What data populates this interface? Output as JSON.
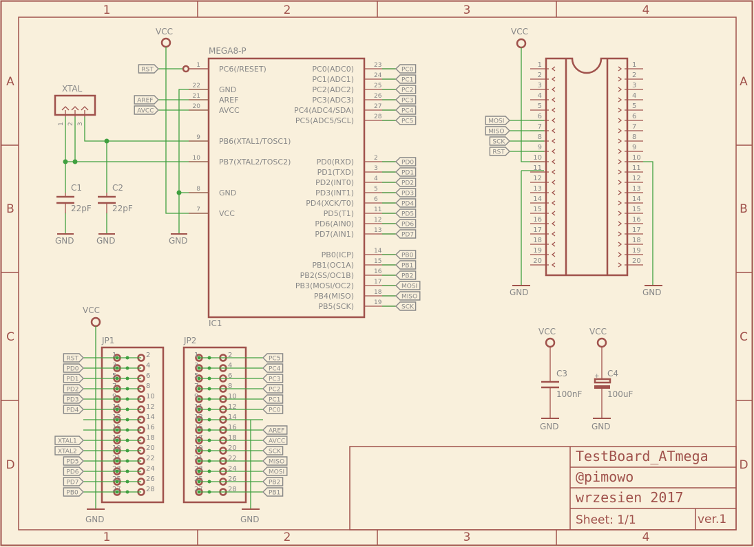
{
  "frame": {
    "columns": [
      "1",
      "2",
      "3",
      "4"
    ],
    "rows": [
      "A",
      "B",
      "C",
      "D"
    ]
  },
  "title_block": {
    "title": "TestBoard_ATmega",
    "author": "@pimowo",
    "date": "wrzesien 2017",
    "sheet": "Sheet: 1/1",
    "version": "ver.1"
  },
  "power": {
    "vcc": "VCC",
    "gnd": "GND"
  },
  "xtal": {
    "name": "XTAL",
    "pins": [
      "1",
      "2",
      "3"
    ]
  },
  "caps": [
    {
      "name": "C1",
      "value": "22pF"
    },
    {
      "name": "C2",
      "value": "22pF"
    },
    {
      "name": "C3",
      "value": "100nF"
    },
    {
      "name": "C4",
      "value": "100uF"
    }
  ],
  "ic1": {
    "part": "MEGA8-P",
    "ref": "IC1",
    "left_pins": [
      {
        "num": "1",
        "name": "PC6(/RESET)",
        "net": "RST"
      },
      {
        "num": "22",
        "name": "GND",
        "net": ""
      },
      {
        "num": "21",
        "name": "AREF",
        "net": "AREF"
      },
      {
        "num": "20",
        "name": "AVCC",
        "net": "AVCC"
      },
      {
        "num": "9",
        "name": "PB6(XTAL1/TOSC1)",
        "net": ""
      },
      {
        "num": "10",
        "name": "PB7(XTAL2/TOSC2)",
        "net": ""
      },
      {
        "num": "8",
        "name": "GND",
        "net": ""
      },
      {
        "num": "7",
        "name": "VCC",
        "net": ""
      }
    ],
    "right_pins": [
      {
        "num": "23",
        "name": "PC0(ADC0)",
        "net": "PC0"
      },
      {
        "num": "24",
        "name": "PC1(ADC1)",
        "net": "PC1"
      },
      {
        "num": "25",
        "name": "PC2(ADC2)",
        "net": "PC2"
      },
      {
        "num": "26",
        "name": "PC3(ADC3)",
        "net": "PC3"
      },
      {
        "num": "27",
        "name": "PC4(ADC4/SDA)",
        "net": "PC4"
      },
      {
        "num": "28",
        "name": "PC5(ADC5/SCL)",
        "net": "PC5"
      },
      {
        "num": "2",
        "name": "PD0(RXD)",
        "net": "PD0"
      },
      {
        "num": "3",
        "name": "PD1(TXD)",
        "net": "PD1"
      },
      {
        "num": "4",
        "name": "PD2(INT0)",
        "net": "PD2"
      },
      {
        "num": "5",
        "name": "PD3(INT1)",
        "net": "PD3"
      },
      {
        "num": "6",
        "name": "PD4(XCK/T0)",
        "net": "PD4"
      },
      {
        "num": "11",
        "name": "PD5(T1)",
        "net": "PD5"
      },
      {
        "num": "12",
        "name": "PD6(AIN0)",
        "net": "PD6"
      },
      {
        "num": "13",
        "name": "PD7(AIN1)",
        "net": "PD7"
      },
      {
        "num": "14",
        "name": "PB0(ICP)",
        "net": "PB0"
      },
      {
        "num": "15",
        "name": "PB1(OC1A)",
        "net": "PB1"
      },
      {
        "num": "16",
        "name": "PB2(SS/OC1B)",
        "net": "PB2"
      },
      {
        "num": "17",
        "name": "PB3(MOSI/OC2)",
        "net": "MOSI"
      },
      {
        "num": "18",
        "name": "PB4(MISO)",
        "net": "MISO"
      },
      {
        "num": "19",
        "name": "PB5(SCK)",
        "net": "SCK"
      }
    ]
  },
  "socket": {
    "left_nums": [
      "1",
      "2",
      "3",
      "4",
      "5",
      "6",
      "7",
      "8",
      "9",
      "10",
      "11",
      "12",
      "13",
      "14",
      "15",
      "16",
      "17",
      "18",
      "19",
      "20"
    ],
    "right_nums": [
      "1",
      "2",
      "3",
      "4",
      "5",
      "6",
      "7",
      "8",
      "9",
      "10",
      "11",
      "12",
      "13",
      "14",
      "15",
      "16",
      "17",
      "18",
      "19",
      "20"
    ],
    "left_nets": [
      "",
      "",
      "",
      "",
      "",
      "MOSI",
      "MISO",
      "SCK",
      "RST",
      "",
      "",
      "",
      "",
      "",
      "",
      "",
      "",
      "",
      "",
      ""
    ]
  },
  "jp1": {
    "name": "JP1",
    "odd": [
      "1",
      "3",
      "5",
      "7",
      "9",
      "11",
      "13",
      "15",
      "17",
      "19",
      "21",
      "23",
      "25",
      "27"
    ],
    "even": [
      "2",
      "4",
      "6",
      "8",
      "10",
      "12",
      "14",
      "16",
      "18",
      "20",
      "22",
      "24",
      "26",
      "28"
    ],
    "nets": [
      "RST",
      "PD0",
      "PD1",
      "PD2",
      "PD3",
      "PD4",
      "",
      "",
      "XTAL1",
      "XTAL2",
      "PD5",
      "PD6",
      "PD7",
      "PB0"
    ]
  },
  "jp2": {
    "name": "JP2",
    "odd": [
      "1",
      "3",
      "5",
      "7",
      "9",
      "11",
      "13",
      "15",
      "17",
      "19",
      "21",
      "23",
      "25",
      "27"
    ],
    "even": [
      "2",
      "4",
      "6",
      "8",
      "10",
      "12",
      "14",
      "16",
      "18",
      "20",
      "22",
      "24",
      "26",
      "28"
    ],
    "nets": [
      "PC5",
      "PC4",
      "PC3",
      "PC2",
      "PC1",
      "PC0",
      "",
      "AREF",
      "AVCC",
      "SCK",
      "MISO",
      "MOSI",
      "PB2",
      "PB1"
    ]
  }
}
